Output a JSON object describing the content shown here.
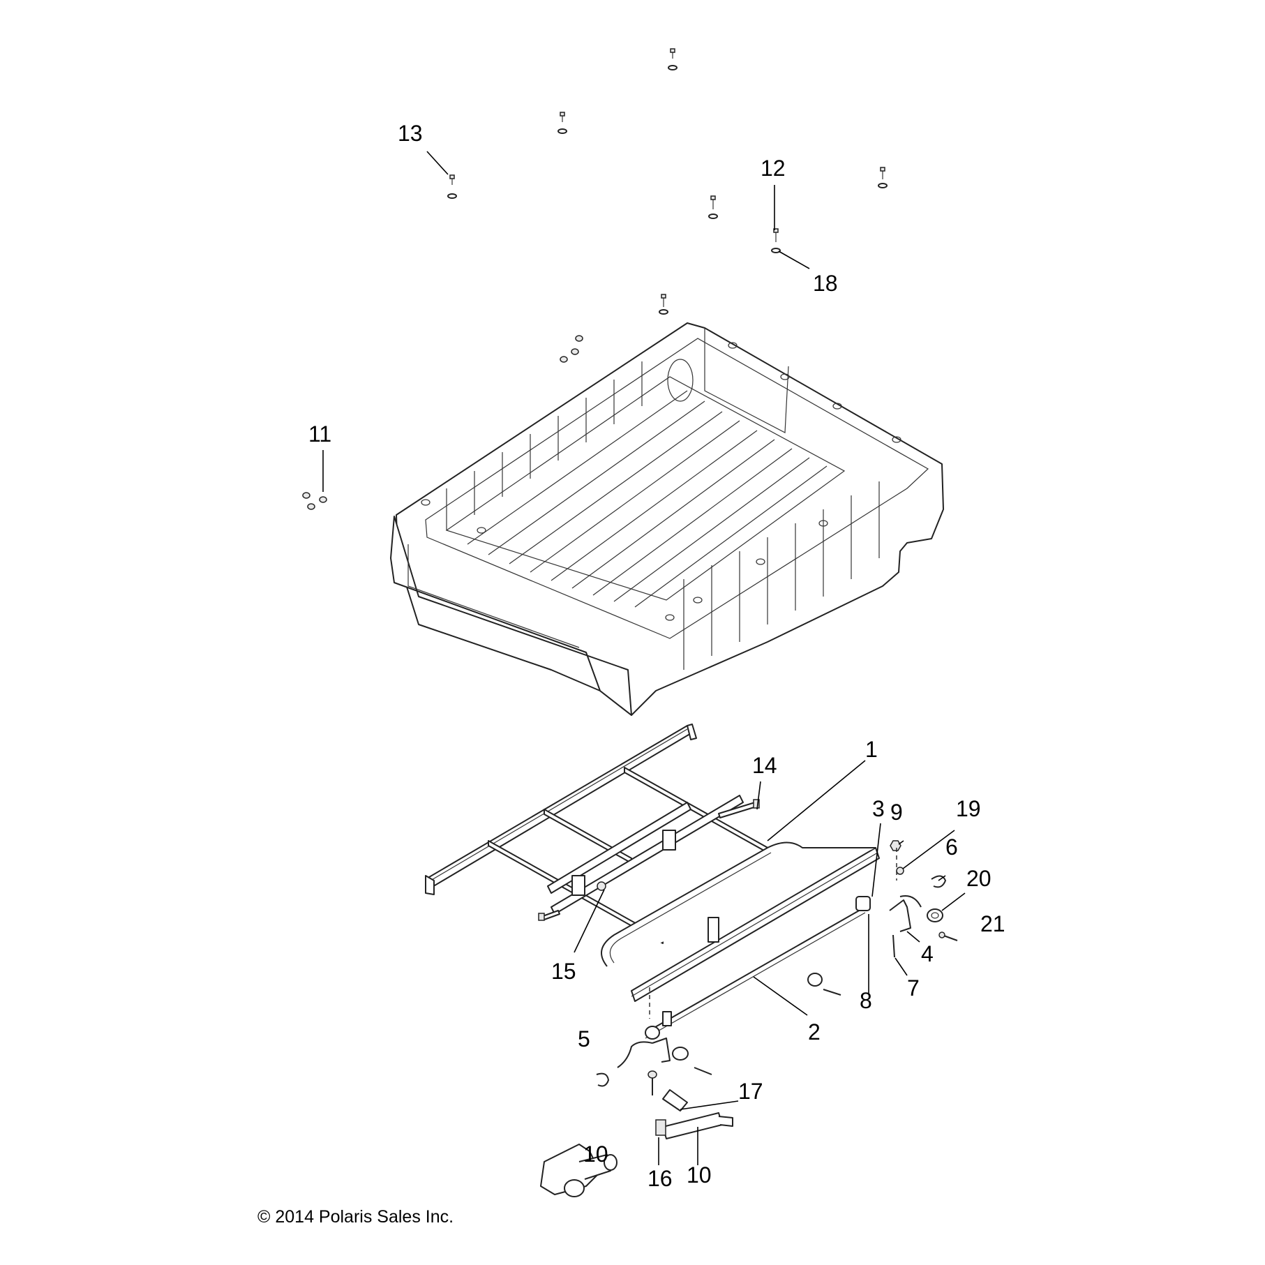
{
  "copyright": "© 2014 Polaris Sales Inc.",
  "callouts": [
    {
      "id": "c1",
      "label": "1"
    },
    {
      "id": "c2",
      "label": "2"
    },
    {
      "id": "c3",
      "label": "3"
    },
    {
      "id": "c4",
      "label": "4"
    },
    {
      "id": "c5",
      "label": "5"
    },
    {
      "id": "c6",
      "label": "6"
    },
    {
      "id": "c7",
      "label": "7"
    },
    {
      "id": "c8",
      "label": "8"
    },
    {
      "id": "c9",
      "label": "9"
    },
    {
      "id": "c10a",
      "label": "10"
    },
    {
      "id": "c10b",
      "label": "10"
    },
    {
      "id": "c11",
      "label": "11"
    },
    {
      "id": "c12",
      "label": "12"
    },
    {
      "id": "c13",
      "label": "13"
    },
    {
      "id": "c14",
      "label": "14"
    },
    {
      "id": "c15",
      "label": "15"
    },
    {
      "id": "c16",
      "label": "16"
    },
    {
      "id": "c17",
      "label": "17"
    },
    {
      "id": "c18",
      "label": "18"
    },
    {
      "id": "c19",
      "label": "19"
    },
    {
      "id": "c20",
      "label": "20"
    },
    {
      "id": "c21",
      "label": "21"
    }
  ]
}
